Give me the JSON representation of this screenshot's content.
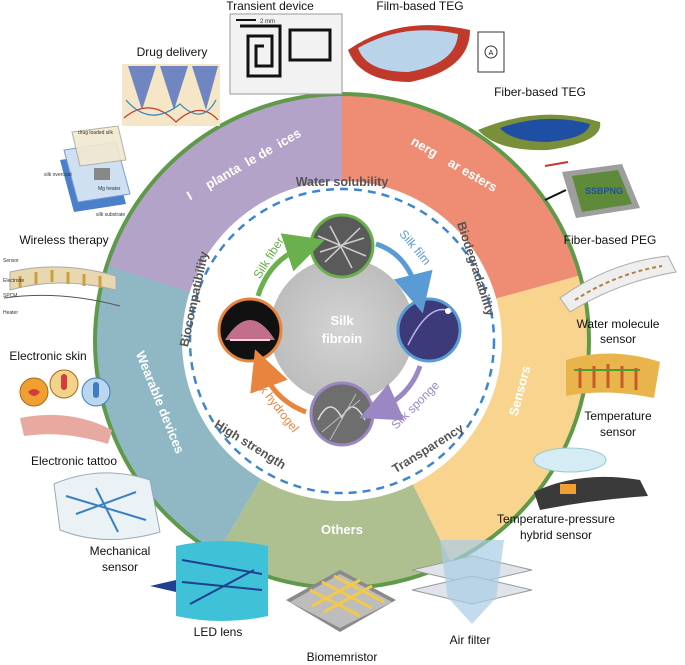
{
  "core": {
    "line1": "Silk",
    "line2": "fibroin"
  },
  "sectors": {
    "implantable": "I     planta  le de  ices",
    "energy": "nerg    ar esters",
    "sensors": "Sensors",
    "others": "Others",
    "wearable": "Wearable devices"
  },
  "properties": {
    "water_solubility": "Water solubility",
    "biodegradability": "Biodegradability",
    "transparency": "Transparency",
    "high_strength": "High strength",
    "biocompatibility": "Biocompatibility"
  },
  "forms": {
    "fiber": "Silk fiber",
    "film": "Silk film",
    "sponge": "Silk sponge",
    "hydrogel": "Silk hydrogel"
  },
  "applications": {
    "drug_delivery": "Drug delivery",
    "transient_device": "Transient device",
    "film_teg": "Film-based TEG",
    "fiber_teg": "Fiber-based TEG",
    "fiber_peg": "Fiber-based PEG",
    "water_sensor_1": "Water molecule",
    "water_sensor_2": "sensor",
    "temp_sensor_1": "Temperature",
    "temp_sensor_2": "sensor",
    "hybrid_sensor_1": "Temperature-pressure",
    "hybrid_sensor_2": "hybrid sensor",
    "air_filter": "Air filter",
    "biomemristor": "Biomemristor",
    "led_lens": "LED lens",
    "mech_sensor_1": "Mechanical",
    "mech_sensor_2": "sensor",
    "e_tattoo": "Electronic tattoo",
    "e_skin": "Electronic skin",
    "wireless": "Wireless therapy"
  },
  "image_text": {
    "ssbpng": "SSBPNG",
    "scale": "2 mm",
    "ammeter": "A",
    "drug_loaded_silk": "drug loaded silk",
    "silk_overcoat": "silk overcoat",
    "mg_heater": "Mg heater",
    "silk_substrate": "silk substrate",
    "sensor": "Sensor",
    "electrode": "Electrode",
    "spcm": "SPCM",
    "heater": "Heater"
  },
  "colors": {
    "implantable": "#b3a3c8",
    "energy": "#ef8d74",
    "sensors": "#f9d48f",
    "others": "#aebf90",
    "wearable": "#8fb8c4",
    "outer_ring": "#5f9a4a",
    "dashed_ring": "#3d86cf",
    "arrow_green": "#6ab04c",
    "arrow_blue": "#5b9bd5",
    "arrow_purple": "#9b87c4",
    "arrow_orange": "#e8843d"
  }
}
